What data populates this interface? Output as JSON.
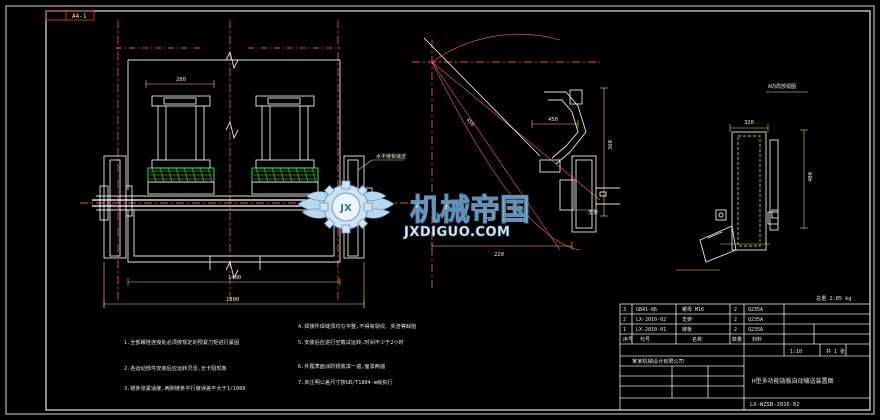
{
  "top_tag": "A4-1",
  "dimensions": {
    "d280": "280",
    "d1400": "1400",
    "d1800": "1800",
    "d450": "450",
    "d220": "220",
    "d360": "360",
    "d320": "320",
    "d400": "400",
    "d_slash": "450"
  },
  "labels": {
    "chain_label": "水平链板输送",
    "support_label": "支架",
    "detail_label": "A向局部视图",
    "weight_label": "总重 2.85 kg"
  },
  "notes": {
    "left": [
      "1.全部螺栓连接处必须按规定的预紧力矩进行紧固",
      "2.各运动部件安装后应运转灵活,无卡阻现象",
      "3.链条张紧适度,两侧链条平行度误差不大于1/1000"
    ],
    "right": [
      "4.焊接件焊缝须均匀平整,不得有裂纹、夹渣等缺陷",
      "5.安装后应进行空载试运转,时间不少于2小时",
      "6.外露表面涂防锈底漆一遍,面漆两遍",
      "7.未注明公差尺寸按GB/T1804-m级执行"
    ]
  },
  "title_block": {
    "rows": [
      {
        "no": "3",
        "code": "GB41-86",
        "name": "螺母 M16",
        "qty": "2",
        "mat": "Q235A"
      },
      {
        "no": "2",
        "code": "LX-2010-02",
        "name": "支架",
        "qty": "2",
        "mat": "Q235A"
      },
      {
        "no": "1",
        "code": "LX-2010-01",
        "name": "链板",
        "qty": "2",
        "mat": "Q235A"
      }
    ],
    "header": [
      "序号",
      "代号",
      "名称",
      "数量",
      "材料"
    ],
    "company": "某某机械设计有限公司",
    "drawing_title": "H型多功能链板自动输送装置图",
    "drawing_no": "LX-WZSB-2026-02",
    "scale": "1:10",
    "sheet": "共 1 张"
  },
  "watermark": {
    "cn": "机械帝国",
    "en": "JXDIGUO.COM",
    "badge": "JX"
  }
}
